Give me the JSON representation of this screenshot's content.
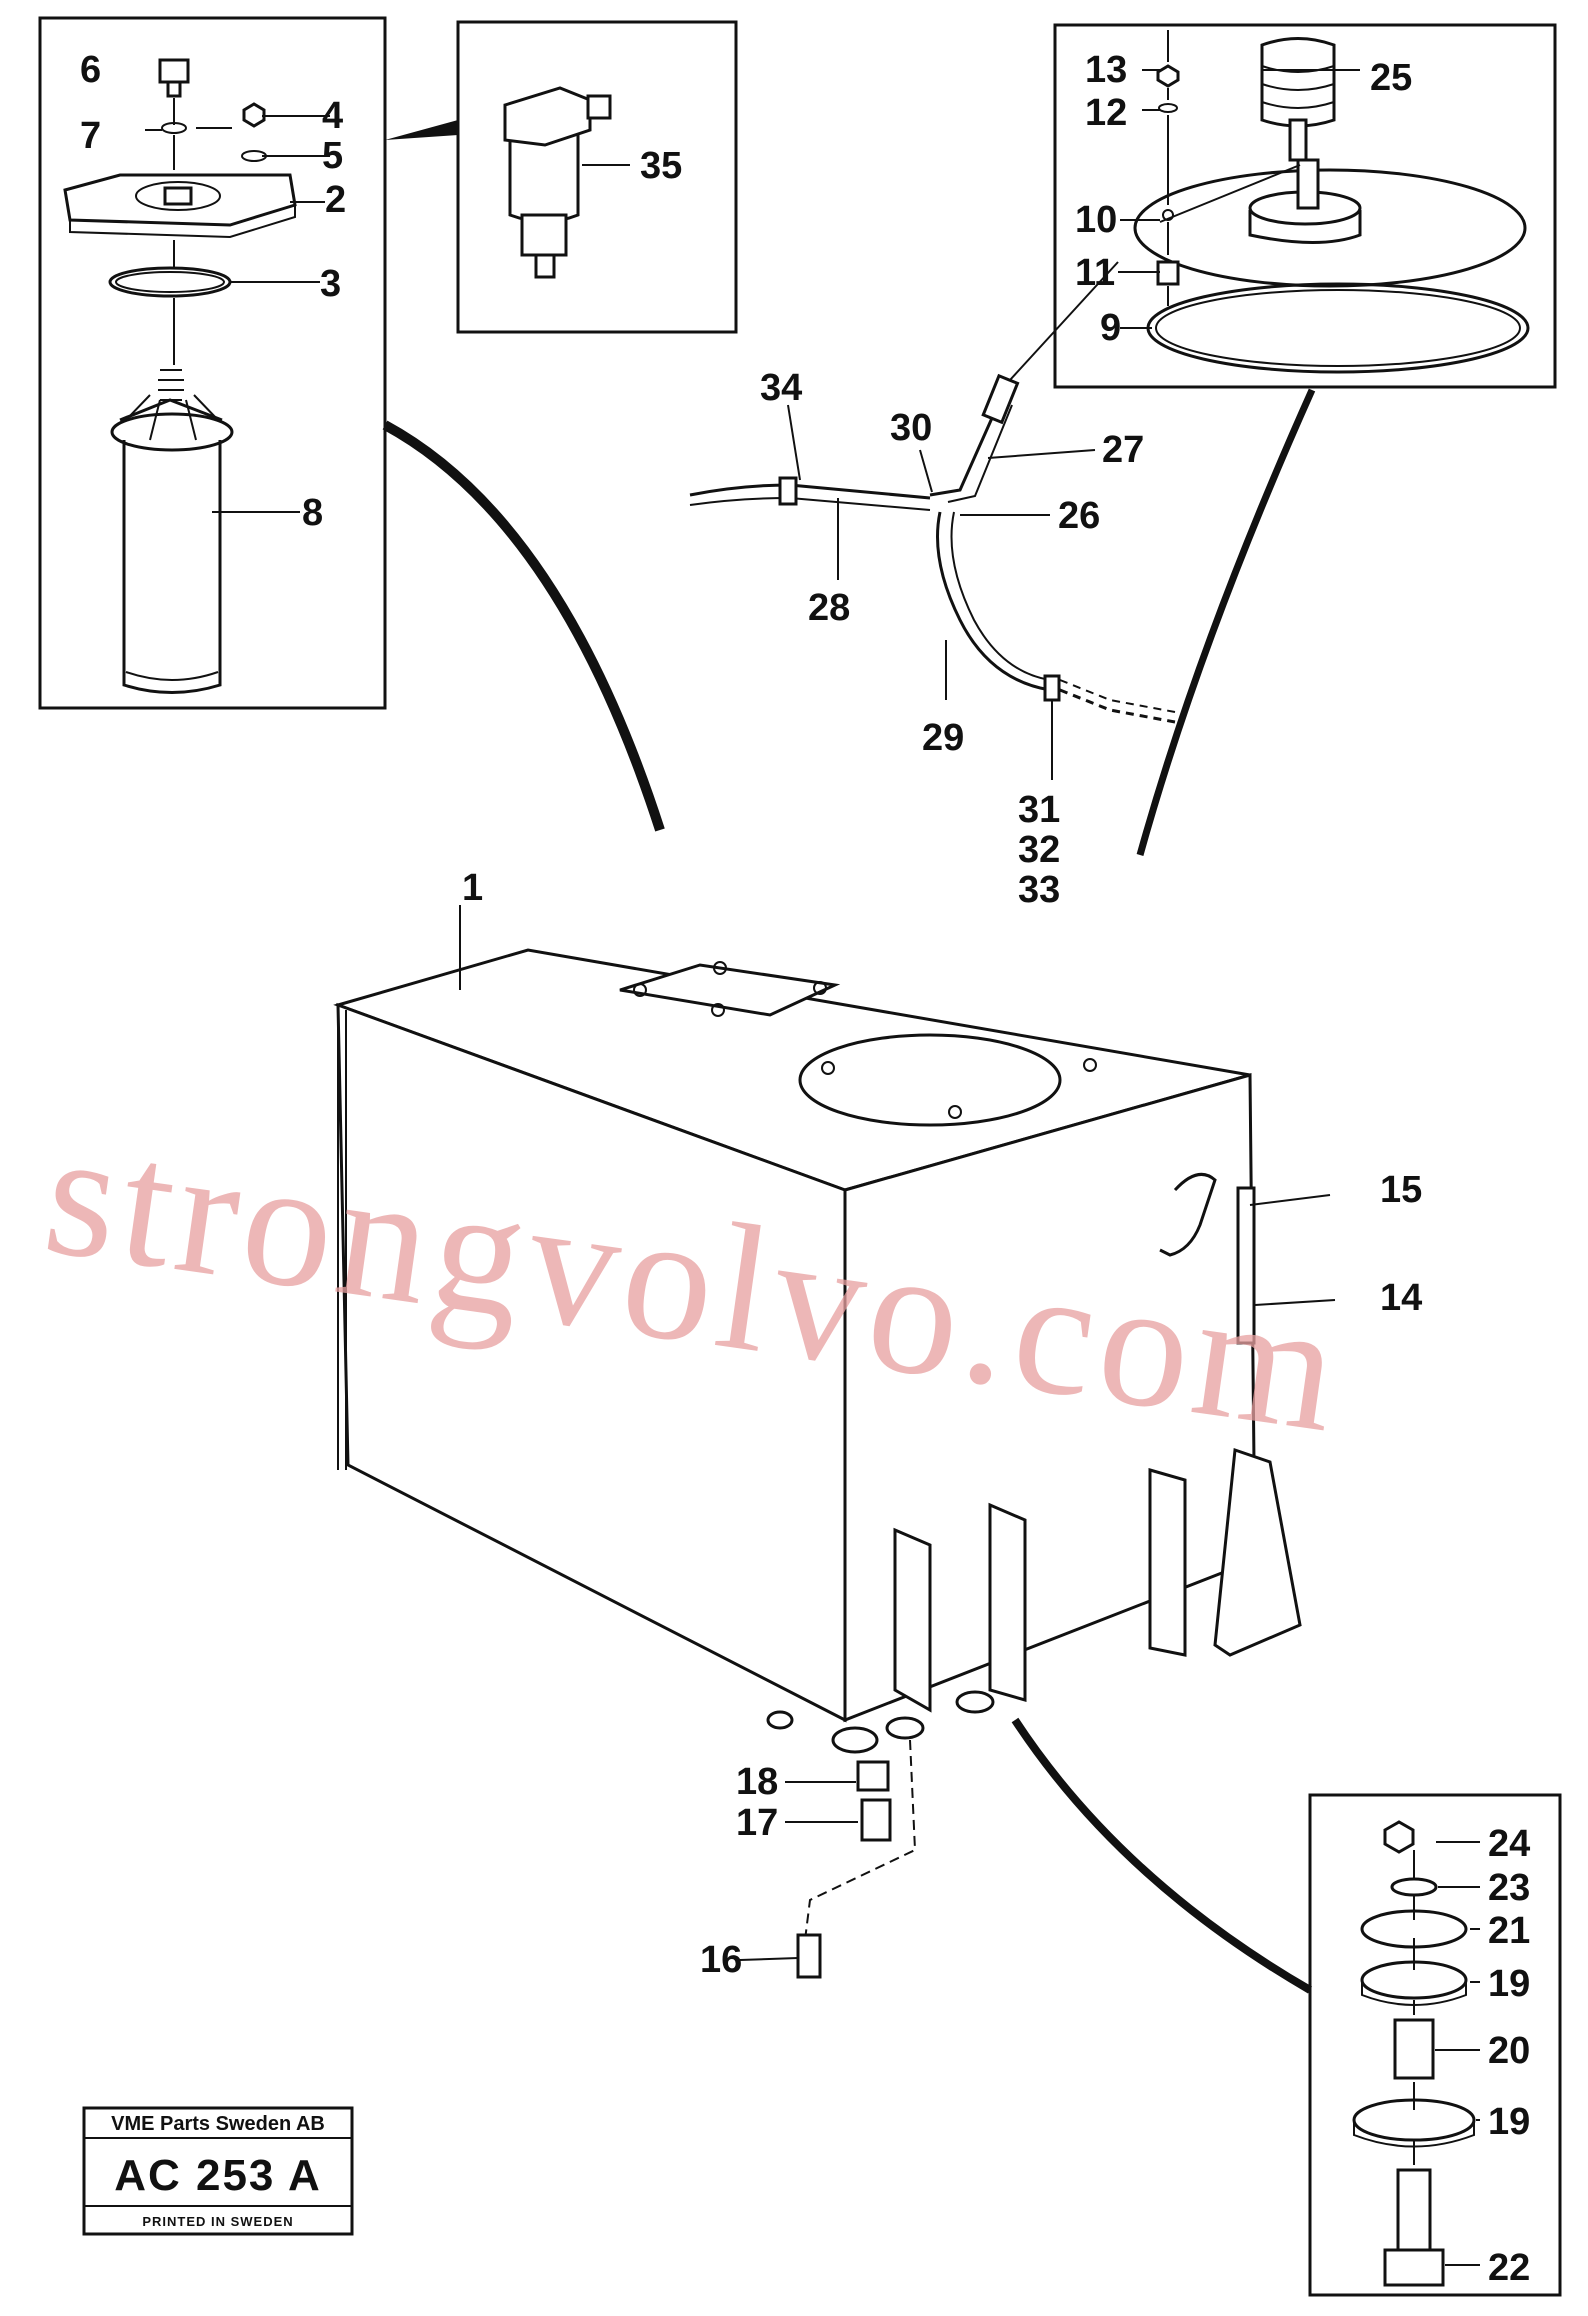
{
  "watermark": "strongvolvo.com",
  "part_labels": [
    "1",
    "2",
    "3",
    "4",
    "5",
    "6",
    "7",
    "8",
    "9",
    "10",
    "11",
    "12",
    "13",
    "14",
    "15",
    "16",
    "17",
    "18",
    "19",
    "19",
    "20",
    "21",
    "22",
    "23",
    "24",
    "25",
    "26",
    "27",
    "28",
    "29",
    "30",
    "31",
    "32",
    "33",
    "34",
    "35"
  ],
  "stamp": {
    "company": "VME Parts Sweden AB",
    "code": "AC 253 A",
    "printed": "PRINTED IN SWEDEN"
  }
}
